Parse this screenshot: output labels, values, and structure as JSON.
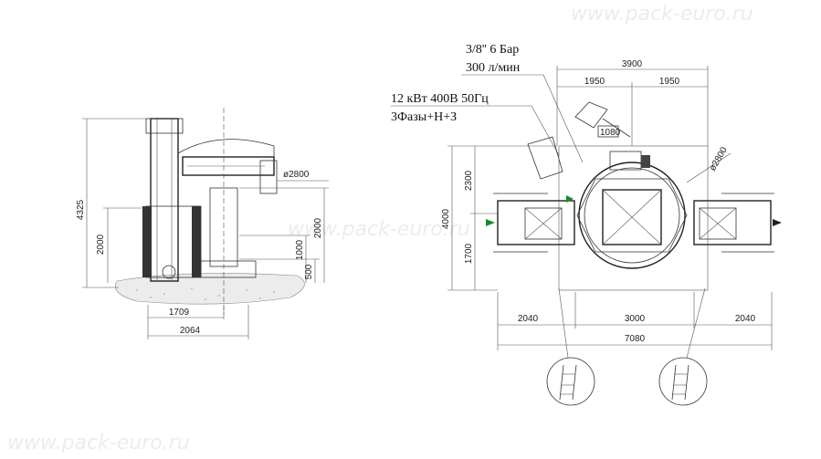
{
  "watermarks": {
    "top": "www.pack-euro.ru",
    "middle": "www.pack-euro.ru",
    "bottom": "www.pack-euro.ru"
  },
  "notes": {
    "air_line1": "3/8''   6 Бар",
    "air_line2": "300 л/мин",
    "power_line1": "12 кВт 400В 50Гц",
    "power_line2": "3Фазы+Н+З"
  },
  "side_view": {
    "dim_total_height": "4325",
    "dim_height_2000": "2000",
    "dim_ring_diameter": "ø2800",
    "dim_right_2000": "2000",
    "dim_right_1000": "1000",
    "dim_right_500": "500",
    "dim_width_1709": "1709",
    "dim_width_2064": "2064"
  },
  "plan_view": {
    "dim_overall_3900": "3900",
    "dim_left_1950": "1950",
    "dim_right_1950": "1950",
    "dim_total_depth_4000": "4000",
    "dim_upper_2300": "2300",
    "dim_lower_1700": "1700",
    "dim_ring_diameter": "ø2800",
    "dim_conveyor_left_2040": "2040",
    "dim_center_3000": "3000",
    "dim_conveyor_right_2040": "2040",
    "dim_overall_length_7080": "7080",
    "badge_1080": "1080"
  }
}
